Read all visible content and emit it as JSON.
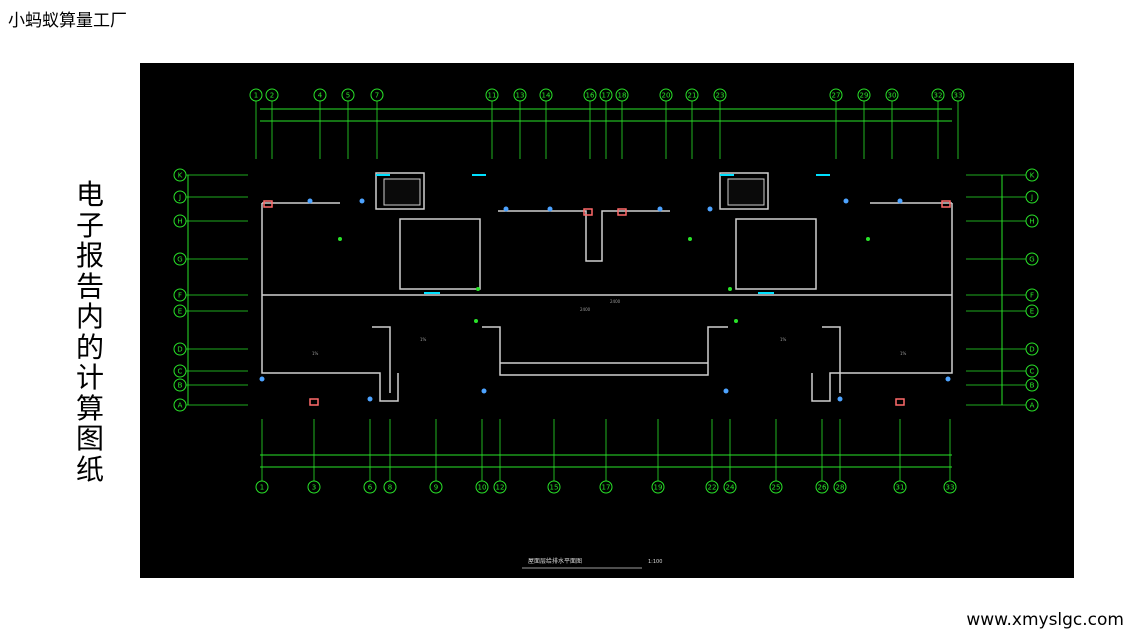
{
  "brand": "小蚂蚁算量工厂",
  "side_title": [
    "电",
    "子",
    "报",
    "告",
    "内",
    "的",
    "计",
    "算",
    "图",
    "纸"
  ],
  "footer_url": "www.xmyslgc.com",
  "drawing": {
    "top_axes": [
      "1",
      "2",
      "4",
      "5",
      "7",
      "11",
      "13",
      "14",
      "16",
      "17",
      "18",
      "20",
      "21",
      "23",
      "27",
      "29",
      "30",
      "32",
      "33"
    ],
    "bottom_axes": [
      "1",
      "3",
      "6",
      "8",
      "9",
      "10",
      "12",
      "15",
      "17",
      "19",
      "22",
      "24",
      "25",
      "26",
      "28",
      "31",
      "33"
    ],
    "row_axes": [
      "K",
      "J",
      "H",
      "G",
      "F",
      "E",
      "D",
      "C",
      "B",
      "A"
    ],
    "caption": "屋面层给排水平面图",
    "scale": "1:100"
  },
  "colors": {
    "axis": "#29e329",
    "wall": "#cfcfcf",
    "pipe": "#00e0ff",
    "accent": "#ff6a6a"
  }
}
